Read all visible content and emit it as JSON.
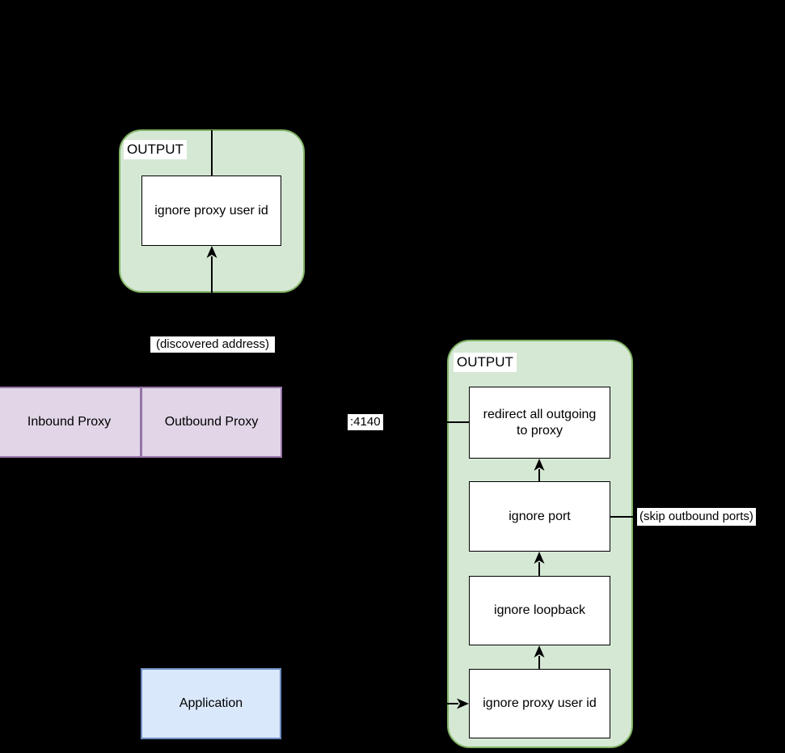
{
  "colors": {
    "background": "#000000",
    "group_fill": "#d5e8d4",
    "group_stroke": "#82b366",
    "proxy_fill": "#e1d5e7",
    "proxy_stroke": "#9673a6",
    "app_fill": "#dae8fc",
    "app_stroke": "#6c8ebf",
    "node_fill": "#ffffff",
    "node_stroke": "#000000",
    "connector": "#000000",
    "label_bg": "#ffffff",
    "text": "#000000"
  },
  "top_output_group": {
    "label": "OUTPUT",
    "nodes": {
      "ignore_proxy_user_id": "ignore proxy user id"
    }
  },
  "right_output_group": {
    "label": "OUTPUT",
    "nodes": {
      "redirect_all_outgoing": "redirect all outgoing\nto proxy",
      "ignore_port": "ignore port",
      "ignore_loopback": "ignore loopback",
      "ignore_proxy_user_id": "ignore proxy user id"
    }
  },
  "proxy_row": {
    "inbound_label": "Inbound Proxy",
    "outbound_label": "Outbound Proxy"
  },
  "application": {
    "label": "Application"
  },
  "annotations": {
    "discovered_address": "(discovered address)",
    "port_4140": ":4140",
    "skip_outbound_ports": "(skip outbound ports)"
  }
}
